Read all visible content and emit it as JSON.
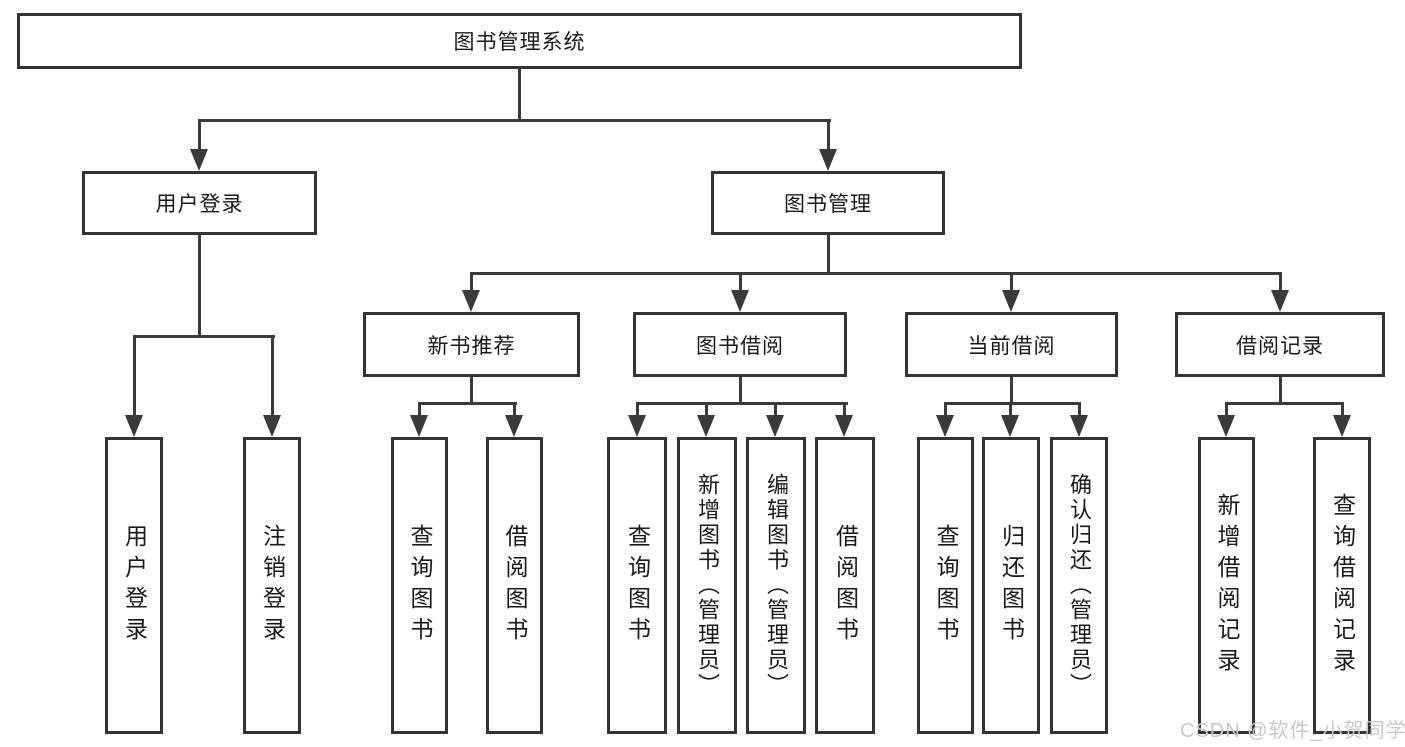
{
  "diagram": {
    "root": {
      "label": "图书管理系统"
    },
    "level2": [
      {
        "label": "用户登录"
      },
      {
        "label": "图书管理"
      }
    ],
    "level3": [
      {
        "label": "新书推荐"
      },
      {
        "label": "图书借阅"
      },
      {
        "label": "当前借阅"
      },
      {
        "label": "借阅记录"
      }
    ],
    "leaves": [
      {
        "label": "用户登录"
      },
      {
        "label": "注销登录"
      },
      {
        "label": "查询图书"
      },
      {
        "label": "借阅图书"
      },
      {
        "label": "查询图书"
      },
      {
        "label": "新增图书（管理员）"
      },
      {
        "label": "编辑图书（管理员）"
      },
      {
        "label": "借阅图书"
      },
      {
        "label": "查询图书"
      },
      {
        "label": "归还图书"
      },
      {
        "label": "确认归还（管理员）"
      },
      {
        "label": "新增借阅记录"
      },
      {
        "label": "查询借阅记录"
      }
    ]
  },
  "watermark": "CSDN @软件_小贺同学",
  "colors": {
    "line": "#3a3a3a",
    "border": "#333333",
    "text": "#1a1a1a",
    "watermark": "#c8c8c8",
    "background": "#ffffff"
  }
}
